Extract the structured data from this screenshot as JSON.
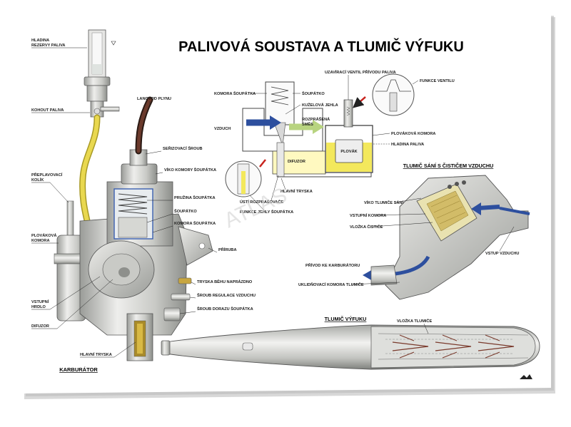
{
  "title": "PALIVOVÁ SOUSTAVA A TLUMIČ VÝFUKU",
  "carburetor": {
    "caption": "KARBURÁTOR",
    "labels": {
      "hladina_rezervy": [
        "HLADINA",
        "REZERVY PALIVA"
      ],
      "kohout": "KOHOUT PALIVA",
      "preplavovaci": [
        "PŘEPLAVOVACÍ",
        "KOLÍK"
      ],
      "plovakova": [
        "PLOVÁKOVÁ",
        "KOMORA"
      ],
      "vstupni_hrdlo": [
        "VSTUPNÍ",
        "HRDLO"
      ],
      "difuzor": "DIFUZOR",
      "hlavni_tryska": "HLAVNÍ TRYSKA",
      "lanovod": "LANOVOD PLYNU",
      "serizovaci": "SEŘIZOVACÍ ŠROUB",
      "viko_komory": "VÍKO KOMORY ŠOUPÁTKA",
      "pruzina": "PRUŽINA ŠOUPÁTKA",
      "soupatko": "ŠOUPÁTKO",
      "komora_soupatka": "KOMORA ŠOUPÁTKA",
      "priruba": "PŘÍRUBA",
      "tryska_behu": "TRYSKA BĚHU NAPRÁZDNO",
      "sroub_regulace": "ŠROUB REGULACE VZDUCHU",
      "sroub_dorazu": "ŠROUB DORAZU ŠOUPÁTKA"
    }
  },
  "schematic": {
    "labels": {
      "komora_soupatka": "KOMORA ŠOUPÁTKA",
      "soupatko": "ŠOUPÁTKO",
      "kuzelova": "KUŽELOVÁ JEHLA",
      "rozprasena": [
        "ROZPRÁŠENÁ",
        "SMĚS"
      ],
      "vzduch": "VZDUCH",
      "difuzor": "DIFUZOR",
      "hlavni_tryska": "HLAVNÍ TRYSKA",
      "usti": "ÚSTÍ ROZPRAŠOVAČE",
      "funkce_jehly": "FUNKCE JEHLY ŠOUPÁTKA",
      "uzaviraci": "UZAVÍRACÍ VENTIL PŘÍVODU PALIVA",
      "funkce_ventilu": "FUNKCE VENTILU",
      "plovakova": "PLOVÁKOVÁ KOMORA",
      "hladina": "HLADINA PALIVA",
      "plovak": "PLOVÁK"
    }
  },
  "intake": {
    "heading": "TLUMIČ SÁNÍ S ČISTIČEM VZDUCHU",
    "labels": {
      "viko": "VÍKO TLUMIČE SÁNÍ",
      "vstupni": "VSTUPNÍ KOMORA",
      "vlozka": "VLOŽKA ČISTIČE",
      "privod": "PŘÍVOD KE KARBURÁTORU",
      "uklidnovaci": "UKLIDŇOVACÍ KOMORA TLUMIČE",
      "vstup": "VSTUP VZDUCHU"
    }
  },
  "exhaust": {
    "heading": "TLUMIČ VÝFUKU",
    "labels": {
      "vlozka": "VLOŽKA TLUMIČE"
    }
  },
  "watermark": "ATLAS",
  "colors": {
    "air": "#2d4f9e",
    "mixture": "#b8d480",
    "fuel": "#f0e040",
    "arrow_red": "#c8241e",
    "hose": "#e5d14a",
    "metal": "#cfd0cc"
  }
}
